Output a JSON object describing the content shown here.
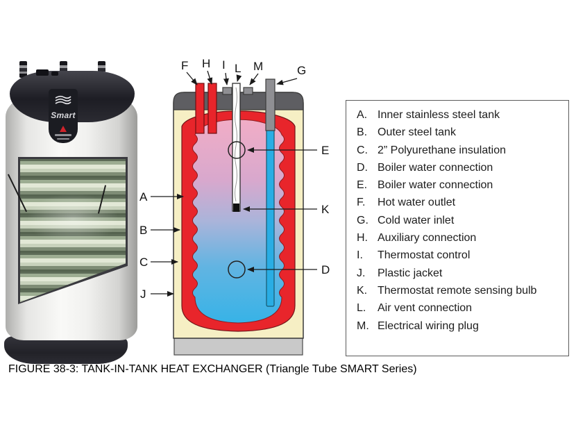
{
  "caption": "FIGURE 38-3: TANK-IN-TANK HEAT EXCHANGER (Triangle Tube SMART Series)",
  "photo": {
    "badge_text": "Smart"
  },
  "diagram": {
    "top": [
      "F",
      "H",
      "I",
      "L",
      "M",
      "G"
    ],
    "left": [
      "A",
      "B",
      "C",
      "J"
    ],
    "right": [
      "E",
      "K",
      "D"
    ],
    "colors": {
      "hot_red": "#e8252b",
      "cold_blue": "#29ade4",
      "insulation_cream": "#f6efc4",
      "pink_top": "#f1adc6",
      "cap_gray": "#5e5e62",
      "base_gray": "#c9c9c9"
    }
  },
  "legend": {
    "items": [
      {
        "key": "A.",
        "text": "Inner stainless steel tank"
      },
      {
        "key": "B.",
        "text": "Outer steel tank"
      },
      {
        "key": "C.",
        "text": "2” Polyurethane insulation"
      },
      {
        "key": "D.",
        "text": "Boiler water connection"
      },
      {
        "key": "E.",
        "text": "Boiler water connection"
      },
      {
        "key": "F.",
        "text": "Hot water outlet"
      },
      {
        "key": "G.",
        "text": "Cold water inlet"
      },
      {
        "key": "H.",
        "text": "Auxiliary connection"
      },
      {
        "key": "I.",
        "text": "Thermostat control"
      },
      {
        "key": "J.",
        "text": "Plastic jacket"
      },
      {
        "key": "K.",
        "text": "Thermostat remote sensing bulb"
      },
      {
        "key": "L.",
        "text": "Air vent connection"
      },
      {
        "key": "M.",
        "text": "Electrical wiring plug"
      }
    ]
  }
}
